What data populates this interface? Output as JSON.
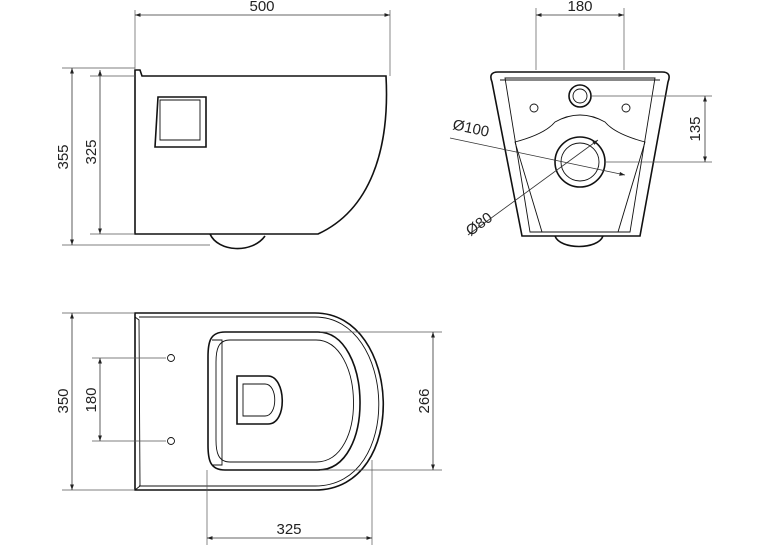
{
  "side_view": {
    "width_label": "500",
    "total_height_label": "355",
    "bowl_height_label": "325"
  },
  "rear_view": {
    "width_label": "180",
    "height_label": "135",
    "diameter_large_label": "Ø100",
    "diameter_small_label": "Ø80"
  },
  "top_view": {
    "width_label": "350",
    "hole_spacing_label": "180",
    "inner_width_label": "266",
    "bowl_length_label": "325"
  },
  "colors": {
    "line": "#111111",
    "background": "#ffffff"
  }
}
